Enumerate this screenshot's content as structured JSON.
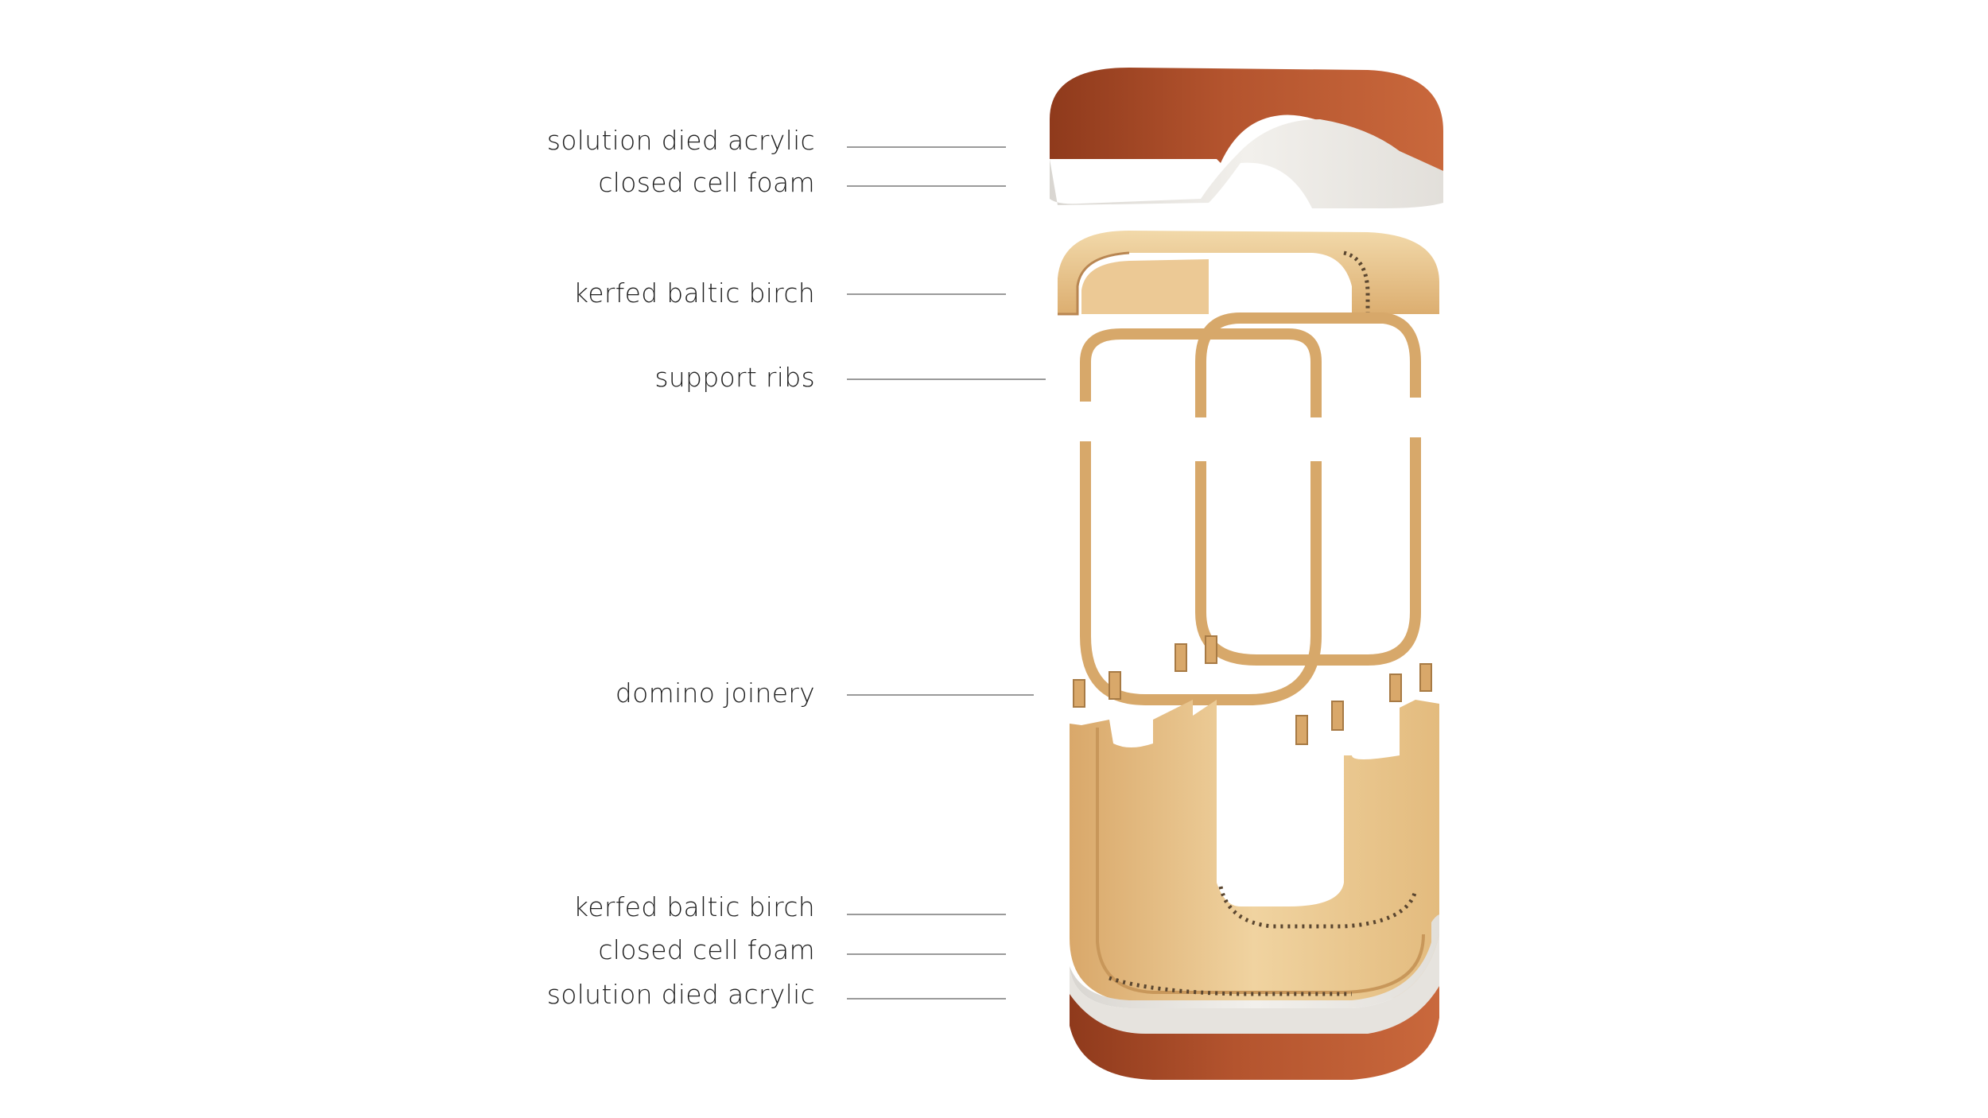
{
  "labels": [
    "solution died acrylic",
    "closed cell foam",
    "kerfed baltic birch",
    "support ribs",
    "domino joinery",
    "kerfed baltic birch",
    "closed cell foam",
    "solution died acrylic"
  ],
  "colors": {
    "acrylic": "#b4542e",
    "foam": "#ebe8e3",
    "birch": "#e8c48c",
    "birch_edge": "#c8975a",
    "leader": "#9a9a9a",
    "text": "#1e1e1e"
  }
}
